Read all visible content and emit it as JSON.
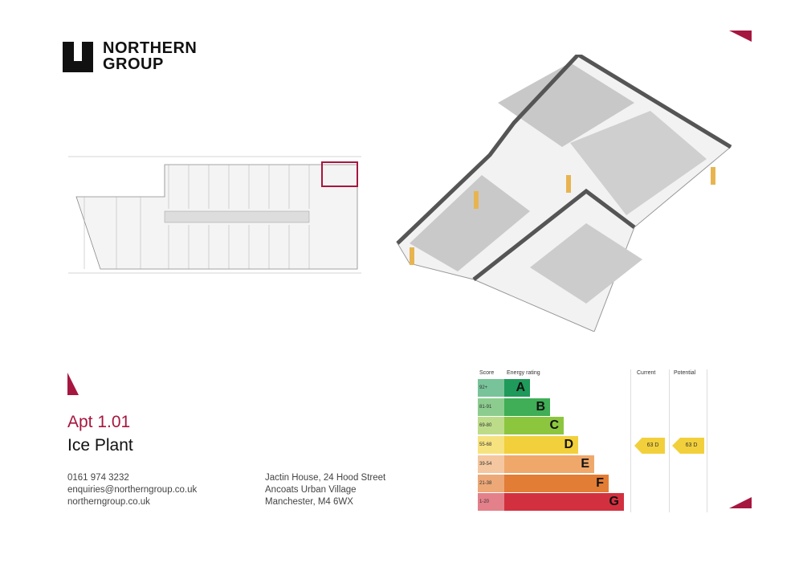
{
  "brand": {
    "name_line1": "NORTHERN",
    "name_line2": "GROUP",
    "accent": "#a6173f"
  },
  "property": {
    "apartment": "Apt 1.01",
    "development": "Ice Plant"
  },
  "contact": {
    "phone": "0161 974 3232",
    "email": "enquiries@northerngroup.co.uk",
    "website": "northerngroup.co.uk"
  },
  "address": {
    "line1": "Jactin House, 24 Hood Street",
    "line2": "Ancoats Urban Village",
    "line3": "Manchester, M4 6WX"
  },
  "epc": {
    "header": {
      "score": "Score",
      "rating": "Energy rating",
      "current": "Current",
      "potential": "Potential"
    },
    "bands": [
      {
        "score": "92+",
        "letter": "A",
        "color": "#1f9a5a",
        "light": "#78c39a"
      },
      {
        "score": "81-91",
        "letter": "B",
        "color": "#3fae56",
        "light": "#8ccd8f"
      },
      {
        "score": "69-80",
        "letter": "C",
        "color": "#8cc63f",
        "light": "#bddc8a"
      },
      {
        "score": "55-68",
        "letter": "D",
        "color": "#f2d03b",
        "light": "#f6e27f"
      },
      {
        "score": "39-54",
        "letter": "E",
        "color": "#f0a86a",
        "light": "#f4c7a0"
      },
      {
        "score": "21-38",
        "letter": "F",
        "color": "#e27d35",
        "light": "#eda878"
      },
      {
        "score": "1-20",
        "letter": "G",
        "color": "#d3303f",
        "light": "#e3808a"
      }
    ],
    "current": "63 D",
    "potential": "63 D"
  }
}
